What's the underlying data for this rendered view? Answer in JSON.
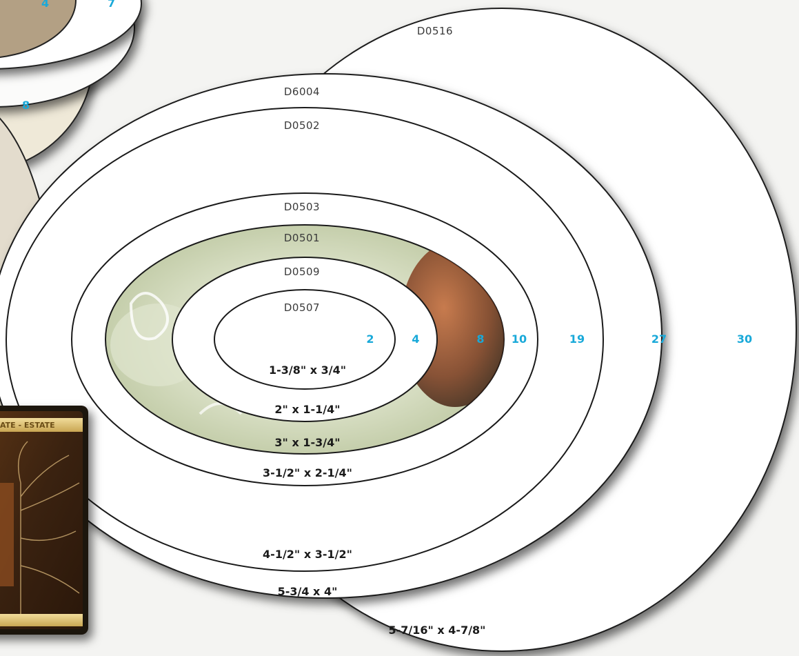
{
  "colors": {
    "background": "#f4f4f2",
    "number_accent": "#19a9d9",
    "label_code": "#3a3a3a",
    "label_size": "#1a1a1a"
  },
  "top_left_stack": {
    "numbers": [
      "4",
      "7",
      "8"
    ]
  },
  "ovals": [
    {
      "code": "D0516",
      "size": "5-7/16\" x 4-7/8\"",
      "count": "30"
    },
    {
      "code": "D6004",
      "size": "5-3/4 x 4\"",
      "count": "27"
    },
    {
      "code": "D0502",
      "size": "4-1/2\" x 3-1/2\"",
      "count": "19"
    },
    {
      "code": "D0503",
      "size": "3-1/2\" x 2-1/4\"",
      "count": "10"
    },
    {
      "code": "D0501",
      "size": "3\" x 1-3/4\"",
      "count": "8"
    },
    {
      "code": "D0509",
      "size": "2\" x 1-1/4\"",
      "count": "4"
    },
    {
      "code": "D0507",
      "size": "1-3/8\" x 3/4\"",
      "count": "2"
    }
  ],
  "card": {
    "banner": "ATE - ESTATE"
  }
}
